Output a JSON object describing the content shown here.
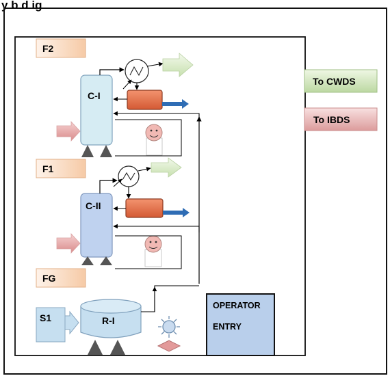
{
  "header": {
    "title_fragment": "y b     d ig"
  },
  "floors": {
    "f2": "F2",
    "f1": "F1",
    "fg": "FG",
    "s1": "S1"
  },
  "equipment": {
    "column_1": "C-I",
    "column_2": "C-II",
    "reactor": "R-I"
  },
  "operator_entry": {
    "line1": "OPERATOR",
    "line2": "ENTRY"
  },
  "outputs": {
    "cwds": "To CWDS",
    "ibds": "To IBDS"
  },
  "colors": {
    "floor_tab": "#fde3cf",
    "column_1_fill": "#d6ecf3",
    "column_2_fill": "#bfd2ef",
    "reactor_fill": "#c6dff0",
    "heater_fill": "#e9744e",
    "operator_entry_fill": "#b9cfeb",
    "cwds_fill": "#dcebc8",
    "ibds_fill": "#f0c4c4",
    "outlet_arrow": "#2f6db5"
  }
}
